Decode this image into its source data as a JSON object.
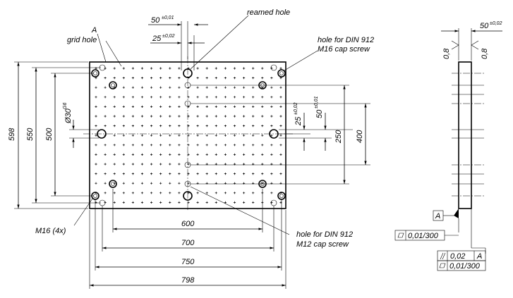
{
  "labels": {
    "grid_hole_letter": "A",
    "grid_hole": "grid hole",
    "reamed_hole": "reamed hole",
    "hole_m16_line1": "hole for DIN 912",
    "hole_m16_line2": "M16 cap screw",
    "hole_m12_line1": "hole for DIN 912",
    "hole_m12_line2": "M12 cap screw",
    "m16_count": "M16 (4x)"
  },
  "dimensions": {
    "d50": "50",
    "d50_tol": "±0,01",
    "d25": "25",
    "d25_tol": "±0,02",
    "h598": "598",
    "h550": "550",
    "h500": "500",
    "bore": "Ø30",
    "bore_tol": "G6",
    "v25": "25",
    "v25_tol": "±0,02",
    "v50": "50",
    "v50_tol": "±0,01",
    "h250": "250",
    "h400": "400",
    "w600": "600",
    "w700": "700",
    "w750": "750",
    "w798": "798"
  },
  "side_view": {
    "thickness": "50",
    "thickness_tol": "±0,02",
    "rough_left": "0,8",
    "rough_right": "0,8",
    "datum": "A",
    "flatness_value": "0,01/300",
    "parallel_value": "0,02",
    "parallel_ref": "A",
    "flatness2_value": "0,01/300"
  }
}
